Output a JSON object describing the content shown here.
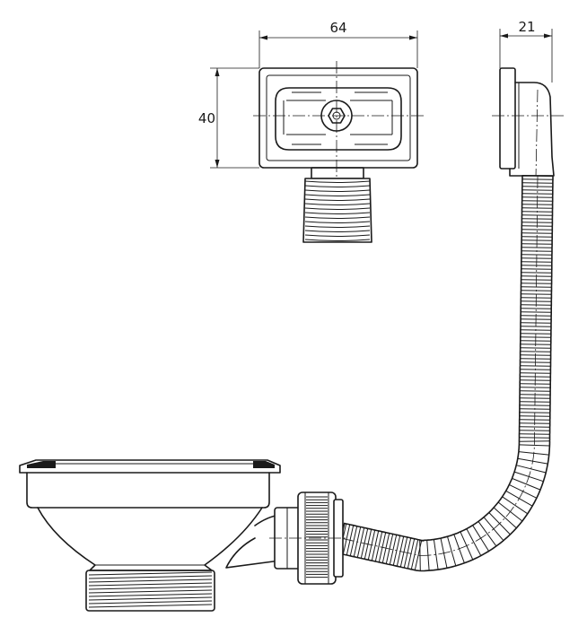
{
  "drawing": {
    "dimensions": {
      "width_label": "64",
      "height_label": "40",
      "depth_label": "21"
    },
    "colors": {
      "line": "#1a1a1a",
      "background": "#ffffff"
    }
  }
}
